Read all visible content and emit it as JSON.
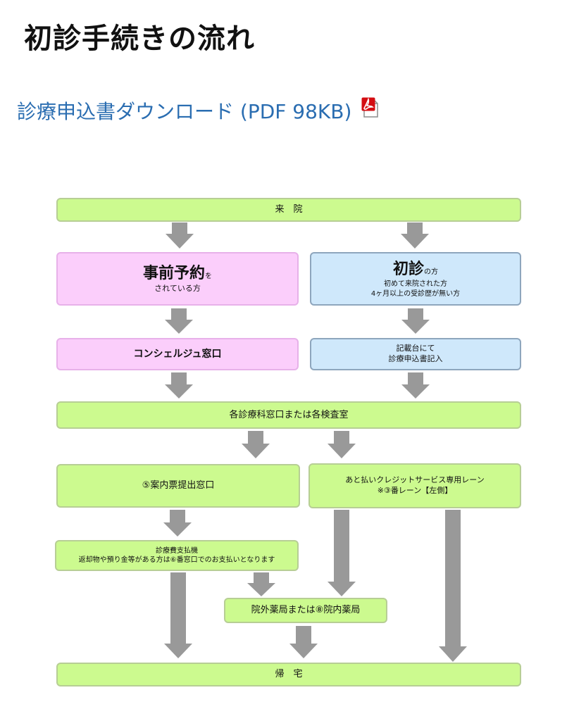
{
  "page": {
    "title": "初診手続きの流れ",
    "download_link": "診療申込書ダウンロード (PDF 98KB)",
    "pdf_icon": "pdf-icon"
  },
  "flow": {
    "arrival": "来　院",
    "appointment": {
      "title": "事前予約",
      "title_suffix": "を",
      "subtitle": "されている方"
    },
    "first_visit": {
      "title": "初診",
      "title_suffix": "の方",
      "line1": "初めて来院された方",
      "line2": "4ヶ月以上の受診歴が無い方"
    },
    "concierge": "コンシェルジュ窓口",
    "writing_desk": {
      "line1": "記載台にて",
      "line2": "診療申込書記入"
    },
    "departments": "各診療科窓口または各検査室",
    "ticket_window": "⑤案内票提出窓口",
    "deferred_payment": {
      "line1": "あと払いクレジットサービス専用レーン",
      "line2": "※③番レーン【左側】"
    },
    "payment_machine": {
      "line1": "診療費支払機",
      "line2": "返却物や預り金等がある方は⑥番窓口でのお支払いとなります"
    },
    "pharmacy": "院外薬局または⑧院内薬局",
    "go_home": "帰　宅"
  },
  "colors": {
    "green_fill": "#ccfa8f",
    "pink_fill": "#fbcefb",
    "blue_fill": "#cfe8fb",
    "arrow_gray": "#999999",
    "link_blue": "#2a6db1"
  }
}
